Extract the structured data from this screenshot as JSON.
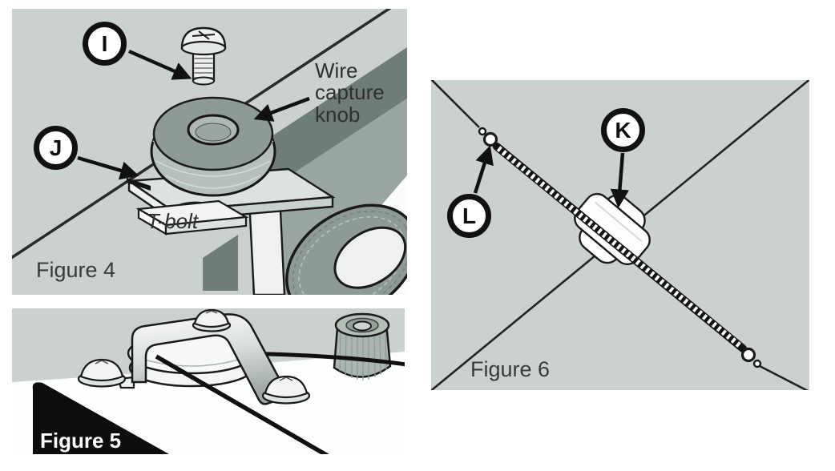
{
  "page": {
    "background": "#ffffff"
  },
  "colors": {
    "panel_background": "#cbd1cf",
    "line_art_outline": "#1a1a1a",
    "caption_text": "#3a3a3a",
    "figure5_caption_text": "#ffffff",
    "figure5_caption_background": "#0d0d0d",
    "rail_dark_gray": "#6f7d7a",
    "rail_light_gray": "#99a6a2",
    "metal_gray": "#8d9a96",
    "wire_black": "#111111"
  },
  "figure4": {
    "caption": "Figure 4",
    "callouts": [
      {
        "letter": "I"
      },
      {
        "letter": "J"
      }
    ],
    "labels": {
      "wire_capture_knob": "Wire capture knob",
      "t_bolt": "T-bolt"
    }
  },
  "figure5": {
    "caption": "Figure 5"
  },
  "figure6": {
    "caption": "Figure 6",
    "callouts": [
      {
        "letter": "K"
      },
      {
        "letter": "L"
      }
    ]
  }
}
